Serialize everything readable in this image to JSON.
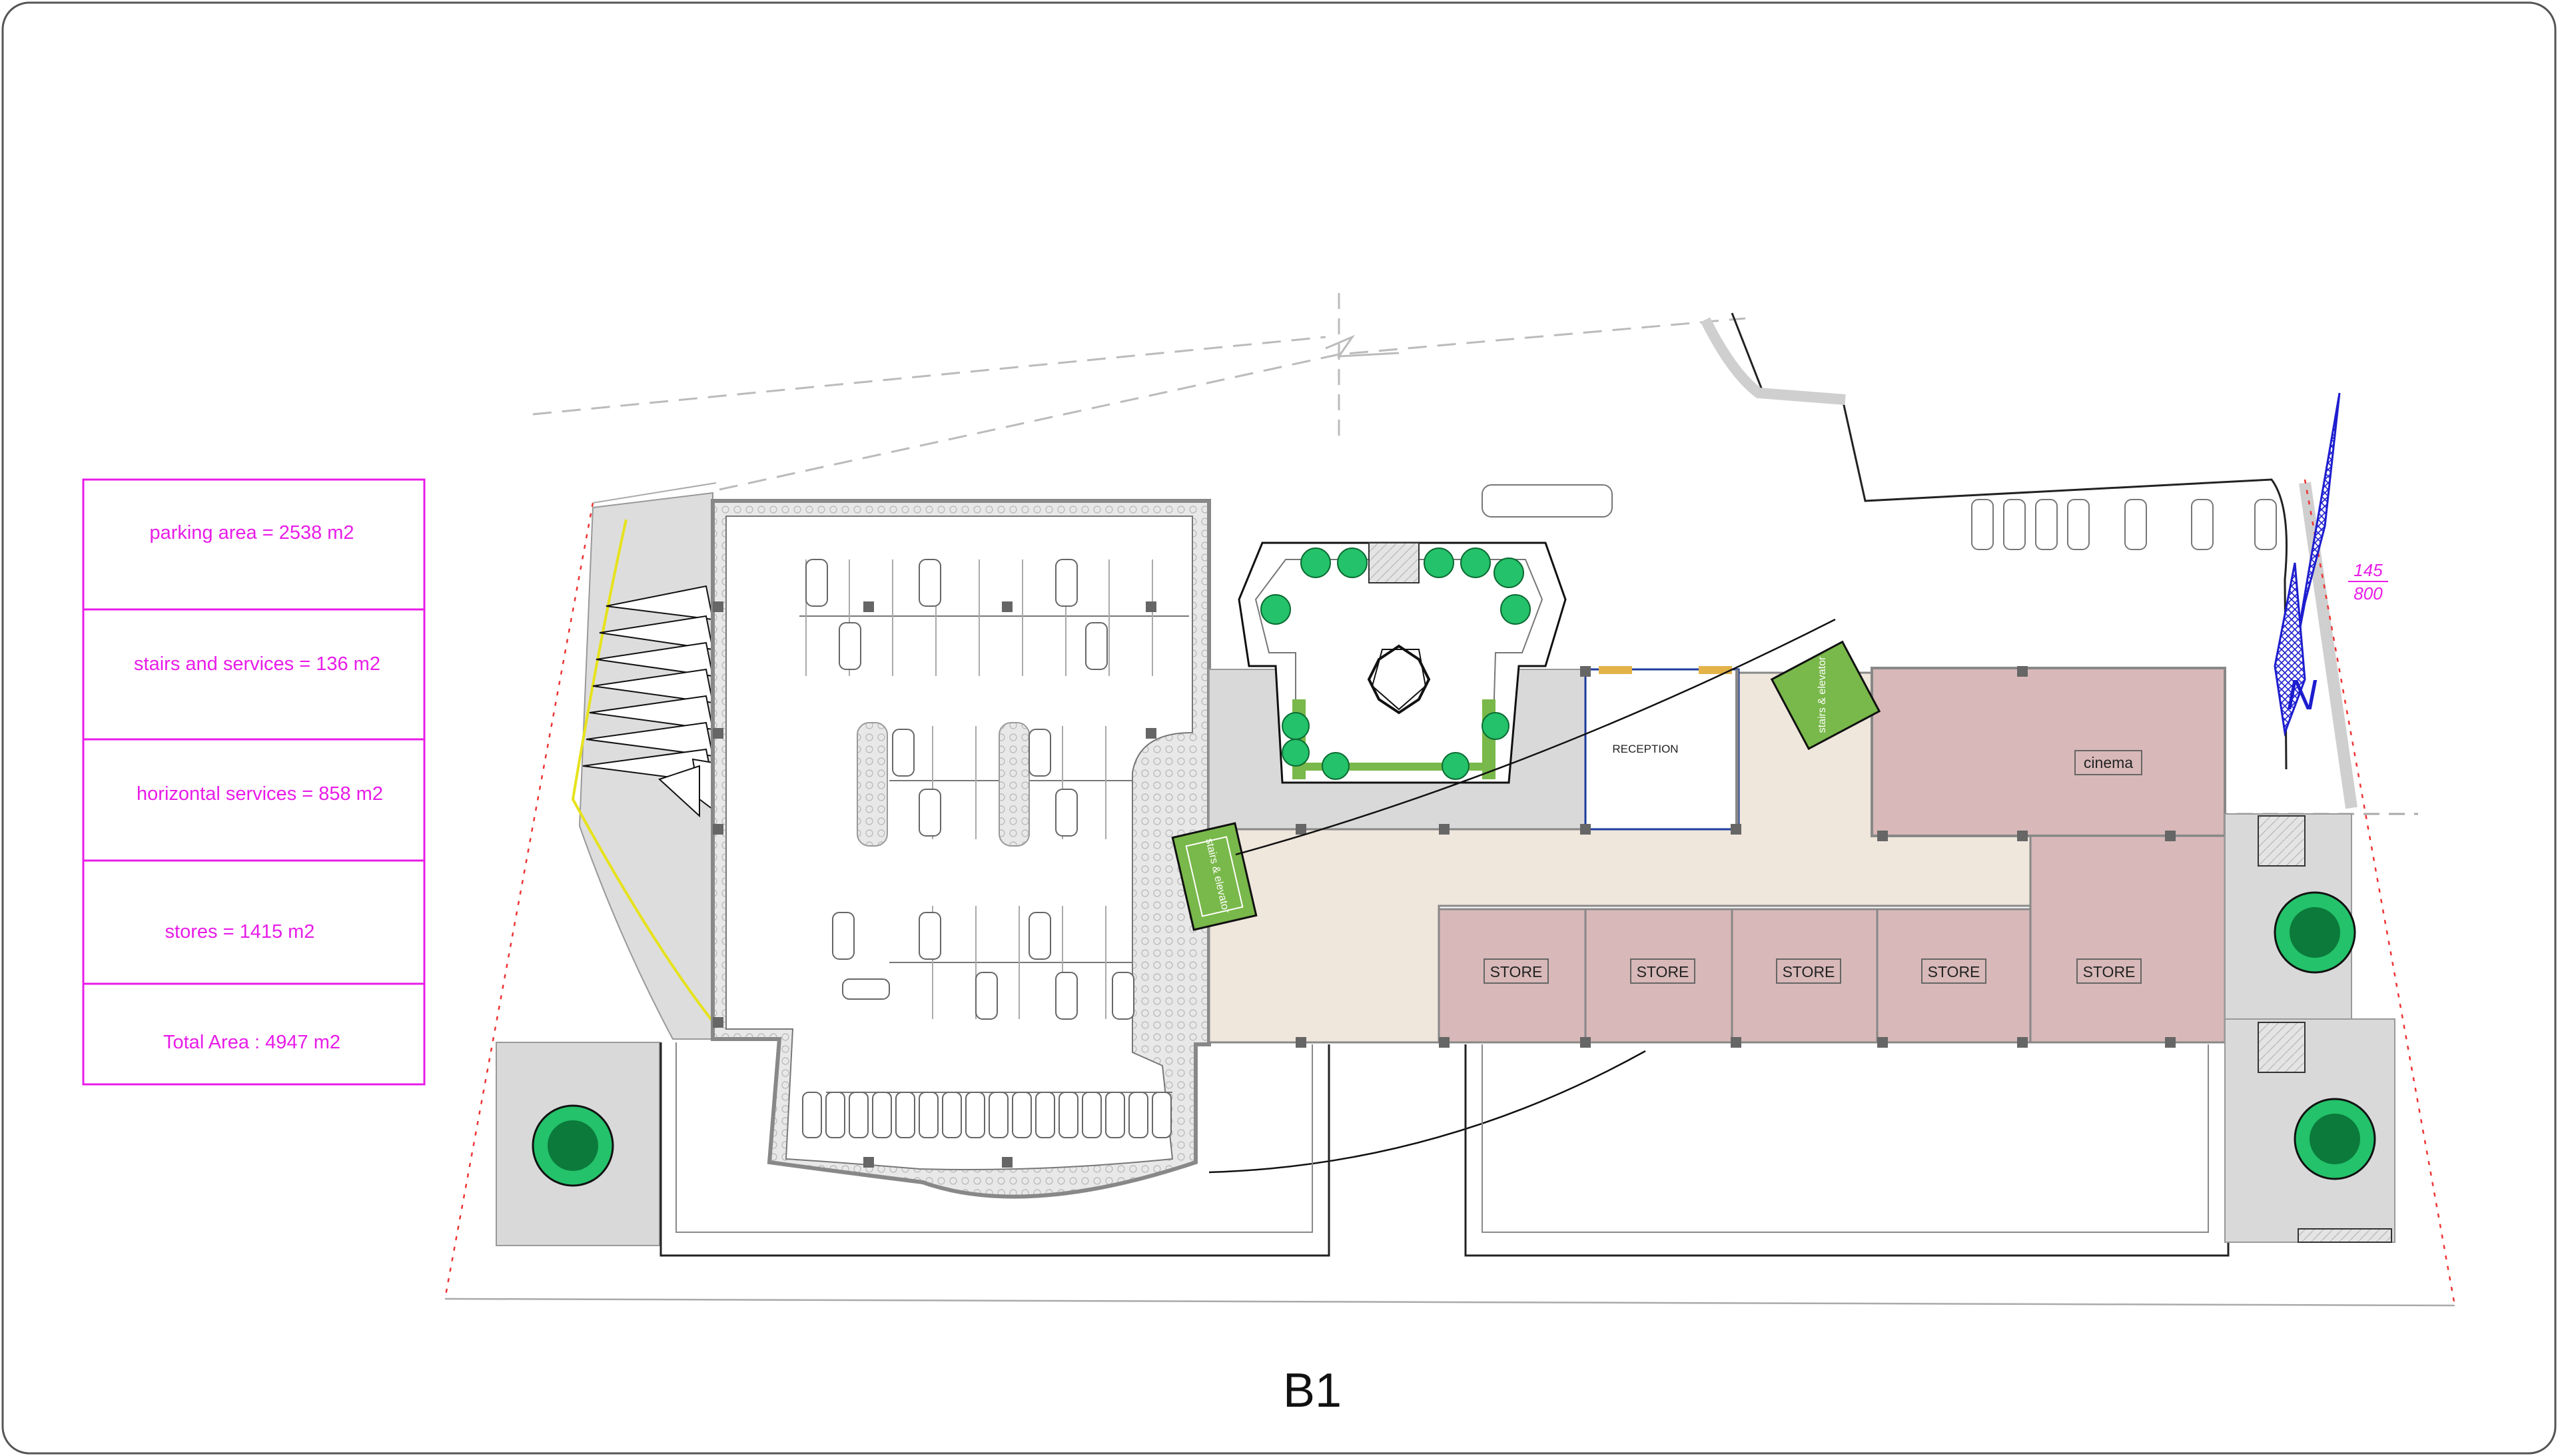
{
  "legend": {
    "rows": [
      "parking area = 2538 m2",
      "stairs and services = 136 m2",
      "horizontal  services = 858 m2",
      "stores  = 1415 m2",
      "Total Area  : 4947  m2"
    ]
  },
  "rooms": {
    "cinema": "cinema",
    "reception": "RECEPTION",
    "stores": [
      "STORE",
      "STORE",
      "STORE",
      "STORE",
      "STORE"
    ],
    "stairs_west": "stairs  & elevator",
    "stairs_east": "stairs  & elevator"
  },
  "north": {
    "letter": "N",
    "scale_num": "145",
    "scale_den": "800"
  },
  "plan_title": "B1",
  "colors": {
    "legend_magenta": "#e81ce8",
    "store_fill": "#d8b8b8",
    "corridor_fill": "#efe6dc",
    "paving_gray": "#d9d9d9",
    "green": "#79b84a",
    "plant": "#24c26a",
    "north_blue": "#1d1dcf"
  }
}
